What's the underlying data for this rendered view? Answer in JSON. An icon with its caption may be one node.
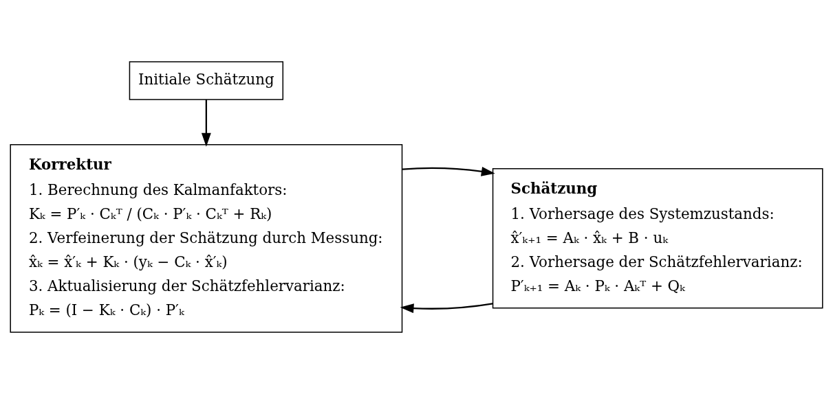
{
  "diagram": {
    "nodes": [
      {
        "text": [
          "Initiale Schätzung"
        ]
      },
      {
        "text": [
          "Schätzung",
          "1. Vorhersage des Systemzustands:",
          "x̂′ₖ₊₁ = Aₖ · x̂ₖ + B · uₖ",
          "2. Vorhersage der Schätzfehlervarianz:",
          "P′ₖ₊₁ = Aₖ · Pₖ · Aₖᵀ + Qₖ"
        ]
      },
      {
        "text": [
          "Korrektur",
          "1. Berechnung des Kalmanfaktors:",
          "Kₖ = P′ₖ · Cₖᵀ / (Cₖ · P′ₖ · Cₖᵀ + Rₖ)",
          "2. Verfeinerung der Schätzung durch Messung:",
          "x̂ₖ = x̂′ₖ + Kₖ · (yₖ − Cₖ · x̂′ₖ)",
          "3. Aktualisierung der Schätzfehlervarianz:",
          "Pₖ = (I − Kₖ · Cₖ) · P′ₖ"
        ]
      }
    ],
    "edges": [
      {
        "from": 0,
        "to": 2,
        "arrow": "to"
      },
      {
        "from": 1,
        "to": 2,
        "arrow": "to"
      },
      {
        "from": 2,
        "to": 1,
        "arrow": "to"
      }
    ]
  }
}
